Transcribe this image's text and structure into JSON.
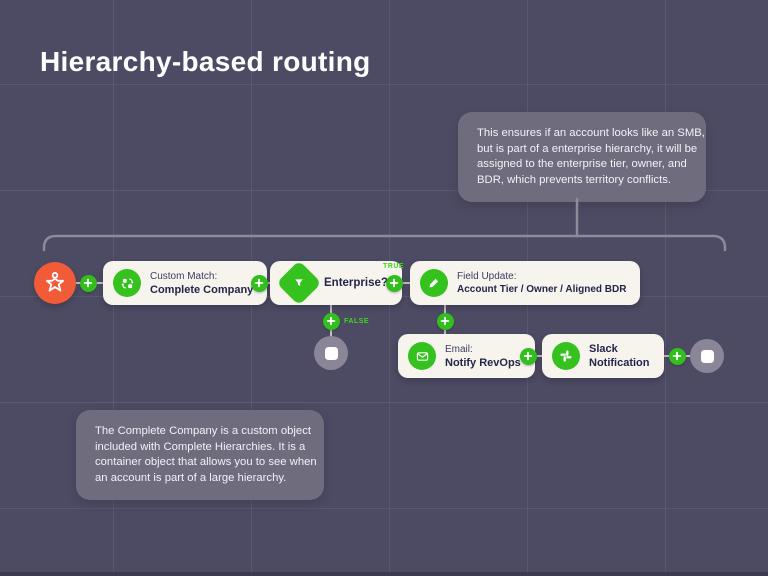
{
  "title": "Hierarchy-based routing",
  "callout_top": {
    "lines": [
      "This ensures if an account looks like an SMB,",
      "but is part of a enterprise hierarchy, it will be",
      "assigned to the enterprise tier, owner, and",
      "BDR, which prevents territory conflicts."
    ]
  },
  "callout_bottom": {
    "lines": [
      "The Complete Company is a custom object",
      "included with Complete Hierarchies. It is a",
      "container object that allows you to see when",
      "an account is part of a large hierarchy."
    ]
  },
  "flow": {
    "custom_match": {
      "line1": "Custom Match:",
      "line2": "Complete Company"
    },
    "decision": {
      "label": "Enterprise?"
    },
    "field_update": {
      "line1": "Field Update:",
      "line2": "Account Tier / Owner / Aligned BDR"
    },
    "email": {
      "line1": "Email:",
      "line2": "Notify RevOps"
    },
    "slack": {
      "line1": "Slack",
      "line2": "Notification"
    },
    "branch_true_label": "TRUE",
    "branch_false_label": "FALSE"
  },
  "icons": {
    "start": "star-person-icon",
    "custom_match": "sync-swap-icon",
    "decision": "filter-funnel-icon",
    "field_update": "pencil-icon",
    "email": "envelope-icon",
    "slack": "slack-icon",
    "connector": "plus-icon",
    "terminal": "stop-square-icon"
  },
  "colors": {
    "background": "#4c4b63",
    "grid_line": "rgba(255,255,255,0.075)",
    "node_background": "#f7f4ee",
    "action_green": "#35c21e",
    "start_orange": "#f15b38",
    "end_gray": "#8a8698",
    "branch_label_green": "#41d61f",
    "connector_gray": "#c2bfca",
    "callout_background": "#6f6c7e",
    "text_dark": "#232649",
    "text_light": "#f3f1f8"
  }
}
